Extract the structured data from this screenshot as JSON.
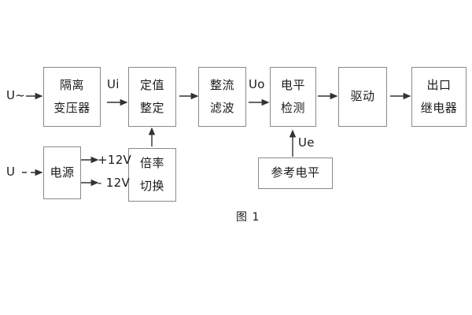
{
  "diagram": {
    "caption": "图 1",
    "blocks": [
      {
        "id": "isolation-transformer",
        "lines": [
          "隔离",
          "变压器"
        ]
      },
      {
        "id": "setting-value",
        "lines": [
          "定值",
          "整定"
        ]
      },
      {
        "id": "rectify-filter",
        "lines": [
          "整流",
          "滤波"
        ]
      },
      {
        "id": "level-detection",
        "lines": [
          "电平",
          "检测"
        ]
      },
      {
        "id": "drive",
        "lines": [
          "驱动"
        ]
      },
      {
        "id": "output-relay",
        "lines": [
          "出口",
          "继电器"
        ]
      },
      {
        "id": "power-supply",
        "lines": [
          "电源"
        ]
      },
      {
        "id": "multiplier-switch",
        "lines": [
          "倍率",
          "切换"
        ]
      },
      {
        "id": "reference-level",
        "lines": [
          "参考电平"
        ]
      }
    ],
    "signals": {
      "input_ac": "U~",
      "input_dc": "U",
      "ui": "Ui",
      "uo": "Uo",
      "ue": "Ue",
      "rail_positive": "+12V",
      "rail_negative": "- 12V"
    },
    "colors": {
      "stroke": "#8a8a8a",
      "arrow": "#333333",
      "text": "#1a1a1a",
      "background": "#ffffff"
    }
  }
}
